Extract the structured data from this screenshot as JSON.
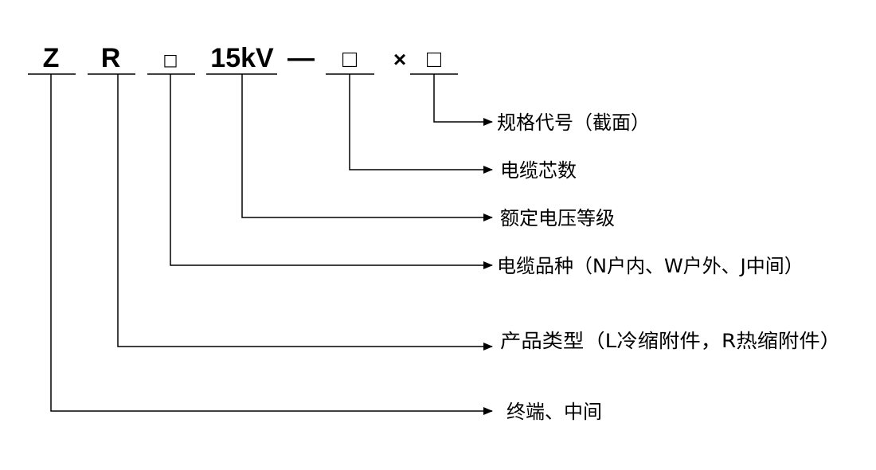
{
  "code": {
    "seg_z": "Z",
    "seg_r": "R",
    "seg_product_box": "□",
    "seg_voltage": "15kV",
    "seg_dash": "—",
    "seg_cores_box": "□",
    "seg_times": "×",
    "seg_section_box": "□"
  },
  "labels": {
    "section_code": "规格代号（截面）",
    "cable_cores": "电缆芯数",
    "rated_voltage": "额定电压等级",
    "cable_type": "电缆品种（N户内、W户外、J中间）",
    "product_type": "产品类型（L冷缩附件，R热缩附件）",
    "terminal_middle": "终端、中间"
  }
}
